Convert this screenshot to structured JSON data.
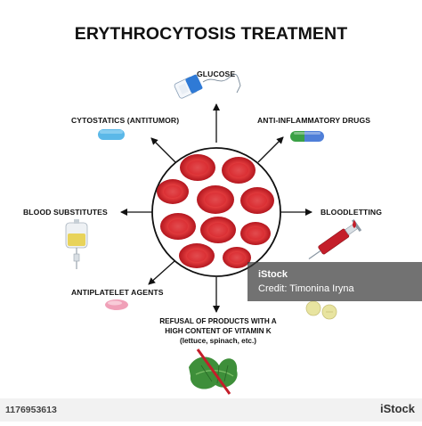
{
  "title": "ERYTHROCYTOSIS TREATMENT",
  "treatments": {
    "glucose": "GLUCOSE",
    "cytostatics": "CYTOSTATICS (ANTITUMOR)",
    "anti_inflammatory": "ANTI-INFLAMMATORY DRUGS",
    "blood_substitutes": "BLOOD SUBSTITUTES",
    "bloodletting": "BLOODLETTING",
    "antiplatelet": "ANTIPLATELET AGENTS",
    "vitamin_k_line1": "REFUSAL OF PRODUCTS WITH A",
    "vitamin_k_line2": "HIGH CONTENT OF VITAMIN K",
    "vitamin_k_line3": "(lettuce, spinach, etc.)"
  },
  "watermark": {
    "logo": "iStock",
    "credit": "Credit: Timonina Iryna"
  },
  "footer": {
    "image_id": "1176953613",
    "logo": "iStock"
  },
  "colors": {
    "rbc_fill": "#d8262e",
    "rbc_inner": "#f06a6a",
    "pill_blue": "#5bb8e8",
    "pill_green": "#3aa046",
    "pill_pink": "#f0a0b8",
    "pill_yellow": "#e8e4a0",
    "syringe_red": "#c41e2a",
    "spinach_green": "#3e8f3a"
  }
}
